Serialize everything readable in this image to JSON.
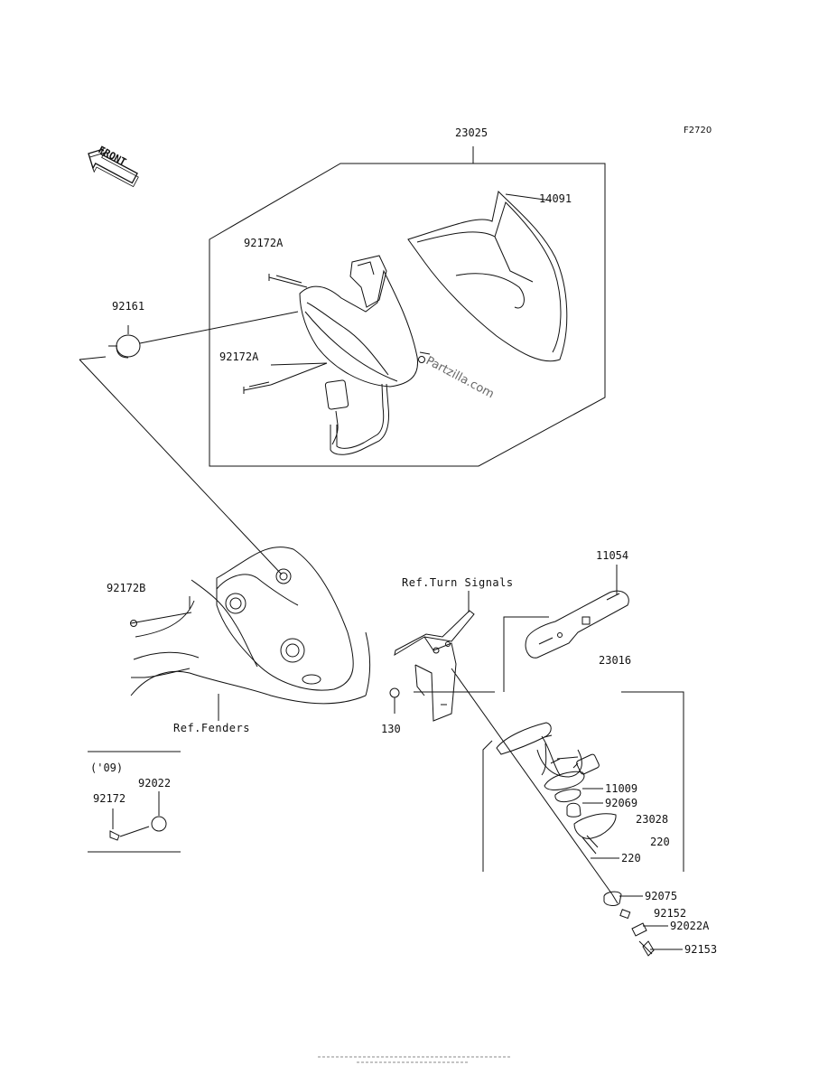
{
  "figure_code": "F2720",
  "front_arrow": {
    "text": "FRONT"
  },
  "assembly": {
    "number": "23025"
  },
  "parts": {
    "p14091": "14091",
    "p92172A_top": "92172A",
    "p92172A_mid": "92172A",
    "p92161": "92161",
    "p92172B": "92172B",
    "p11054": "11054",
    "p23016": "23016",
    "p130": "130",
    "p11009": "11009",
    "p92069": "92069",
    "p23028": "23028",
    "p220_a": "220",
    "p220_b": "220",
    "p92075": "92075",
    "p92152": "92152",
    "p92022A": "92022A",
    "p92153": "92153"
  },
  "refs": {
    "turn_signals": "Ref.Turn Signals",
    "fenders": "Ref.Fenders"
  },
  "inset": {
    "year": "('09)",
    "p92172": "92172",
    "p92022": "92022"
  },
  "watermark": "Partzilla.com"
}
